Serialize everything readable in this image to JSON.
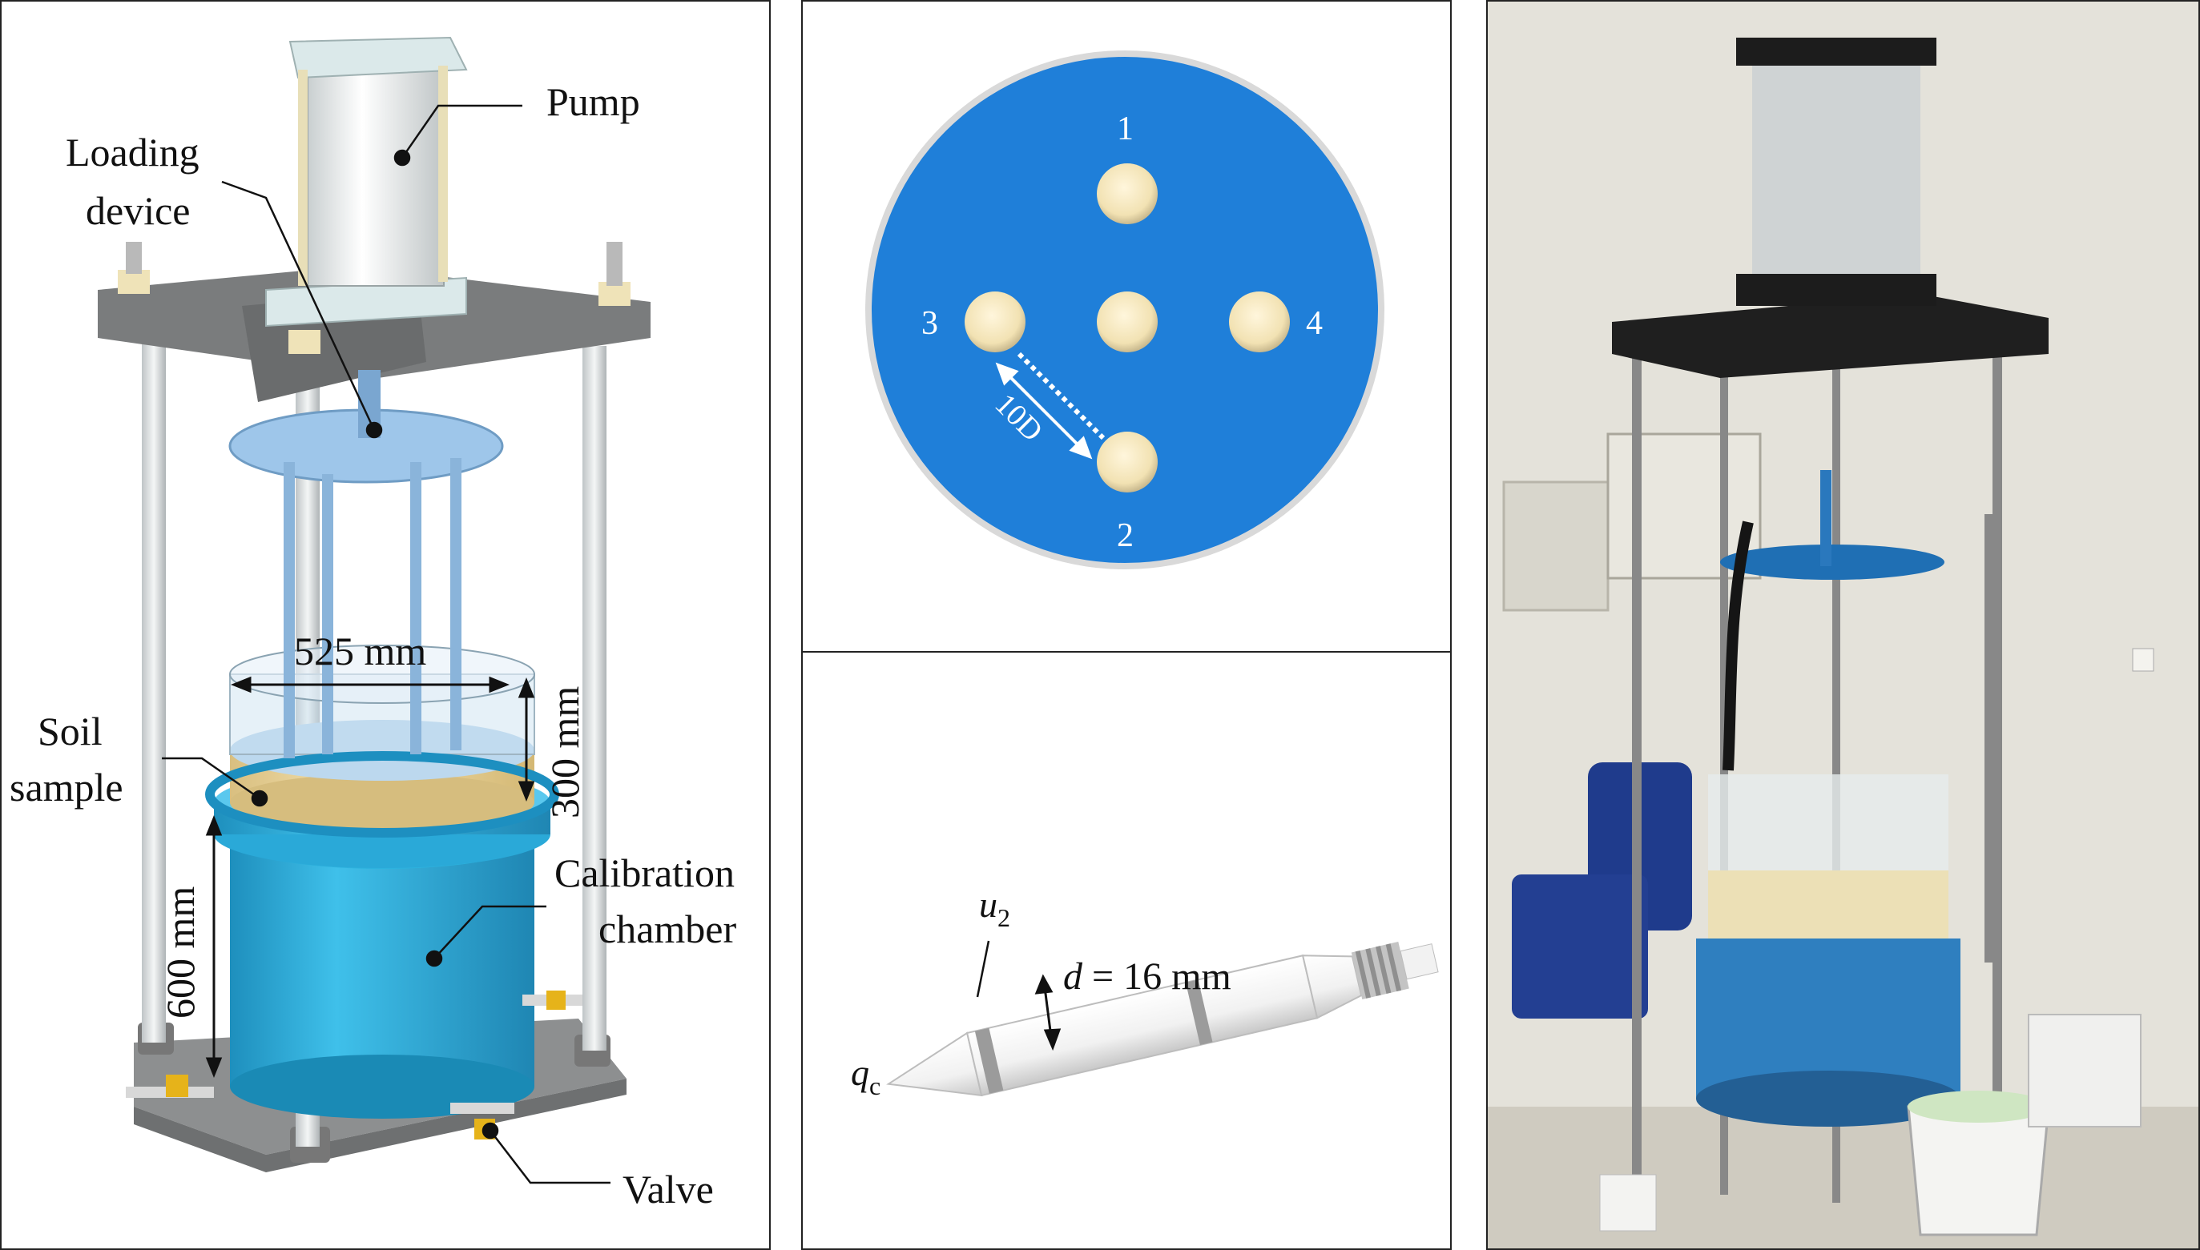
{
  "apparatus": {
    "labels": {
      "pump": "Pump",
      "loading_device_line1": "Loading",
      "loading_device_line2": "device",
      "soil_sample_line1": "Soil",
      "soil_sample_line2": "sample",
      "calibration_chamber_line1": "Calibration",
      "calibration_chamber_line2": "chamber",
      "valve": "Valve"
    },
    "dimensions": {
      "diameter": "525 mm",
      "sample_height": "300 mm",
      "chamber_height": "600 mm"
    },
    "colors": {
      "chamber": "#2aa9d8",
      "soil": "#e8d29a",
      "frame": "#8a8a8a",
      "plate": "#9ec6ea",
      "pump": "#e9efef"
    }
  },
  "layout_plan": {
    "positions": [
      "1",
      "2",
      "3",
      "4"
    ],
    "spacing_label": "10D",
    "colors": {
      "disk": "#1f7fd9",
      "hole": "#f7e9c3"
    }
  },
  "probe": {
    "label_u2": "u",
    "label_u2_sub": "2",
    "label_qc": "q",
    "label_qc_sub": "c",
    "diameter_var": "d",
    "diameter_value": " = 16 mm"
  },
  "photo": {
    "colors": {
      "wall": "#e3e1d9",
      "chamber": "#2f7fbf",
      "frame": "#222"
    }
  }
}
